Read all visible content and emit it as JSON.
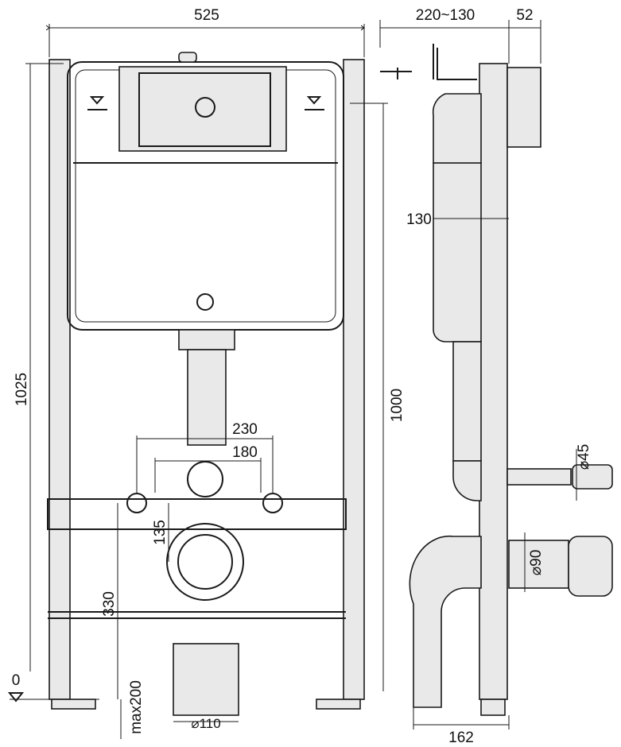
{
  "drawing": {
    "front_view": {
      "width": "525",
      "height_total": "1025",
      "height_frame": "1000",
      "pipe_spacing_outer": "230",
      "pipe_spacing_inner": "180",
      "inlet_height": "135",
      "outlet_height": "330",
      "floor_level": "0",
      "foot_adjust": "max200",
      "outlet_diameter": "⌀110"
    },
    "side_view": {
      "depth_range": "220~130",
      "plate_depth": "52",
      "tank_depth": "130",
      "inlet_diameter": "⌀45",
      "outlet_diameter": "⌀90",
      "base_depth": "162"
    }
  }
}
